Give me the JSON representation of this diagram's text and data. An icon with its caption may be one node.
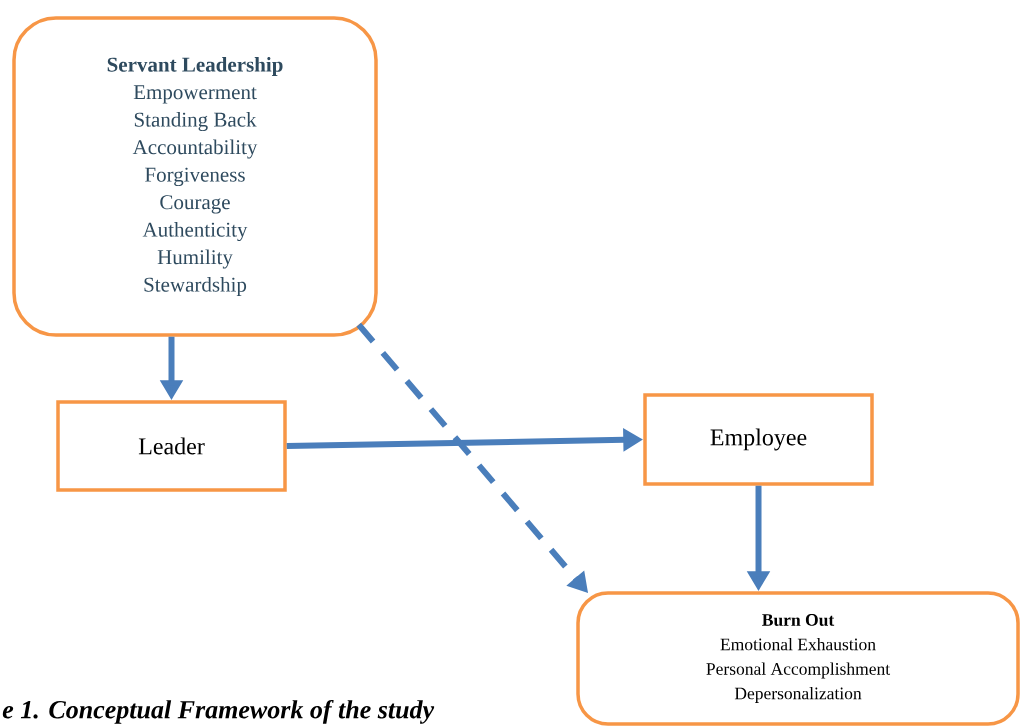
{
  "diagram": {
    "caption": "e 1. Conceptual Framework of the study",
    "nodes": [
      {
        "text": [
          "Servant Leadership",
          "Empowerment",
          "Standing Back",
          "Accountability",
          "Forgiveness",
          "Courage",
          "Authenticity",
          "Humility",
          "Stewardship"
        ]
      },
      {
        "text": [
          "Leader"
        ]
      },
      {
        "text": [
          "Employee"
        ]
      },
      {
        "text": [
          "Burn Out",
          "Emotional Exhaustion",
          "Personal Accomplishment",
          "Depersonalization"
        ]
      }
    ],
    "edges": [
      {
        "from": 0,
        "to": 1,
        "arrow": "to"
      },
      {
        "from": 1,
        "to": 2,
        "arrow": "to"
      },
      {
        "from": 2,
        "to": 3,
        "arrow": "to"
      },
      {
        "from": 0,
        "to": 3,
        "arrow": "to",
        "style": "dashed"
      }
    ]
  }
}
